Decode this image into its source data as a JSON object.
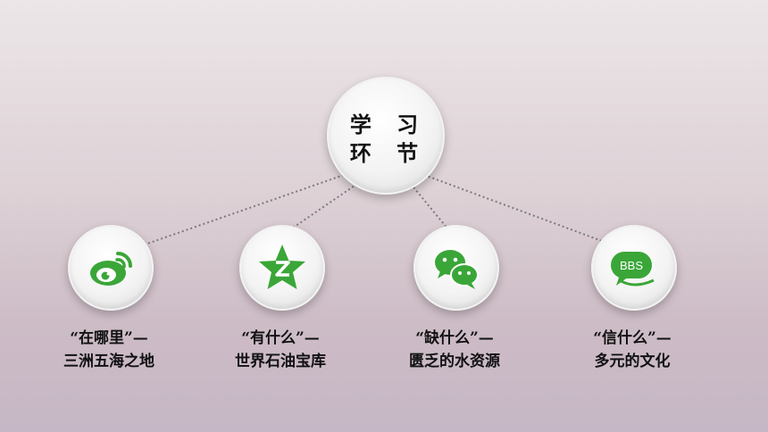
{
  "hub": {
    "line1": "学 习",
    "line2": "环 节"
  },
  "nodes": [
    {
      "icon": "weibo-icon",
      "line1": "“在哪里”—",
      "line2": "三洲五海之地"
    },
    {
      "icon": "qzone-star-icon",
      "line1": "“有什么”—",
      "line2": "世界石油宝库"
    },
    {
      "icon": "wechat-icon",
      "line1": "“缺什么”—",
      "line2": "匮乏的水资源"
    },
    {
      "icon": "bbs-chat-icon",
      "line1": "“信什么”—",
      "line2": "多元的文化",
      "icon_text": "BBS"
    }
  ],
  "colors": {
    "accent_green": "#3aa638",
    "connector": "#777777"
  }
}
